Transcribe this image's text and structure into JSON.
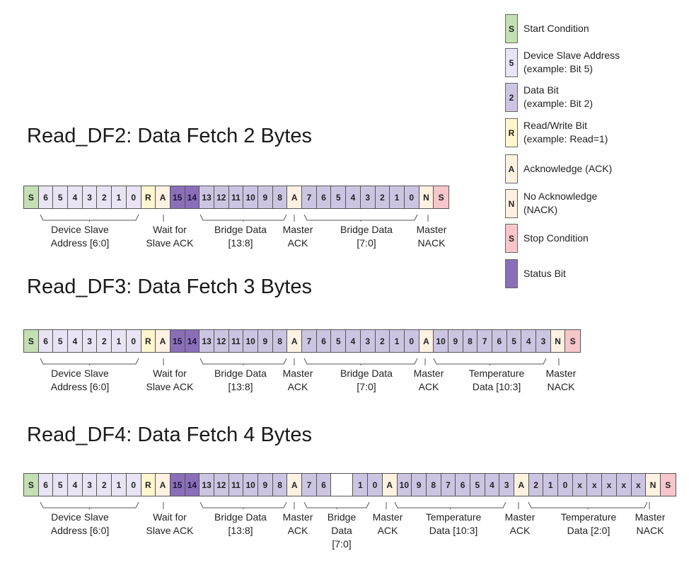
{
  "colors": {
    "start": "#c4dfb3",
    "addr": "#e8e4f4",
    "data": "#ccc5e2",
    "rw": "#fff6cf",
    "ack": "#fdf1e2",
    "nack": "#fdf1e2",
    "stop": "#f6c6ca",
    "status": "#8a6fb8",
    "x": "#ccc5e2"
  },
  "legend": [
    {
      "symbol": "S",
      "type": "start",
      "lines": [
        "Start Condition"
      ]
    },
    {
      "symbol": "5",
      "type": "addr",
      "lines": [
        "Device Slave Address",
        "(example: Bit 5)"
      ]
    },
    {
      "symbol": "2",
      "type": "data",
      "lines": [
        "Data Bit",
        "(example: Bit 2)"
      ]
    },
    {
      "symbol": "R",
      "type": "rw",
      "lines": [
        "Read/Write Bit",
        "(example: Read=1)"
      ]
    },
    {
      "symbol": "A",
      "type": "ack",
      "lines": [
        "Acknowledge (ACK)"
      ]
    },
    {
      "symbol": "N",
      "type": "nack",
      "lines": [
        "No Acknowledge",
        "(NACK)"
      ]
    },
    {
      "symbol": "S",
      "type": "stop",
      "lines": [
        "Stop Condition"
      ]
    },
    {
      "symbol": "",
      "type": "status",
      "lines": [
        "Status Bit"
      ]
    }
  ],
  "diagrams": [
    {
      "title": "Read_DF2: Data Fetch 2 Bytes",
      "cells": [
        [
          "S",
          "start"
        ],
        [
          "6",
          "addr"
        ],
        [
          "5",
          "addr"
        ],
        [
          "4",
          "addr"
        ],
        [
          "3",
          "addr"
        ],
        [
          "2",
          "addr"
        ],
        [
          "1",
          "addr"
        ],
        [
          "0",
          "addr"
        ],
        [
          "R",
          "rw"
        ],
        [
          "A",
          "ack"
        ],
        [
          "15",
          "status"
        ],
        [
          "14",
          "status"
        ],
        [
          "13",
          "data"
        ],
        [
          "12",
          "data"
        ],
        [
          "11",
          "data"
        ],
        [
          "10",
          "data"
        ],
        [
          "9",
          "data"
        ],
        [
          "8",
          "data"
        ],
        [
          "A",
          "ack"
        ],
        [
          "7",
          "data"
        ],
        [
          "6",
          "data"
        ],
        [
          "5",
          "data"
        ],
        [
          "4",
          "data"
        ],
        [
          "3",
          "data"
        ],
        [
          "2",
          "data"
        ],
        [
          "1",
          "data"
        ],
        [
          "0",
          "data"
        ],
        [
          "N",
          "nack"
        ],
        [
          "S",
          "stop"
        ]
      ],
      "labels": [
        {
          "lines": [
            "Device Slave",
            "Address [6:0]"
          ]
        },
        {
          "lines": [
            "Wait for",
            "Slave ACK"
          ]
        },
        {
          "lines": [
            "Bridge Data",
            "[13:8]"
          ]
        },
        {
          "lines": [
            "Master",
            "ACK"
          ]
        },
        {
          "lines": [
            "Bridge Data",
            "[7:0]"
          ]
        },
        {
          "lines": [
            "Master",
            "NACK"
          ]
        }
      ]
    },
    {
      "title": "Read_DF3: Data Fetch 3 Bytes",
      "cells": [
        [
          "S",
          "start"
        ],
        [
          "6",
          "addr"
        ],
        [
          "5",
          "addr"
        ],
        [
          "4",
          "addr"
        ],
        [
          "3",
          "addr"
        ],
        [
          "2",
          "addr"
        ],
        [
          "1",
          "addr"
        ],
        [
          "0",
          "addr"
        ],
        [
          "R",
          "rw"
        ],
        [
          "A",
          "ack"
        ],
        [
          "15",
          "status"
        ],
        [
          "14",
          "status"
        ],
        [
          "13",
          "data"
        ],
        [
          "12",
          "data"
        ],
        [
          "11",
          "data"
        ],
        [
          "10",
          "data"
        ],
        [
          "9",
          "data"
        ],
        [
          "8",
          "data"
        ],
        [
          "A",
          "ack"
        ],
        [
          "7",
          "data"
        ],
        [
          "6",
          "data"
        ],
        [
          "5",
          "data"
        ],
        [
          "4",
          "data"
        ],
        [
          "3",
          "data"
        ],
        [
          "2",
          "data"
        ],
        [
          "1",
          "data"
        ],
        [
          "0",
          "data"
        ],
        [
          "A",
          "ack"
        ],
        [
          "10",
          "data"
        ],
        [
          "9",
          "data"
        ],
        [
          "8",
          "data"
        ],
        [
          "7",
          "data"
        ],
        [
          "6",
          "data"
        ],
        [
          "5",
          "data"
        ],
        [
          "4",
          "data"
        ],
        [
          "3",
          "data"
        ],
        [
          "N",
          "nack"
        ],
        [
          "S",
          "stop"
        ]
      ],
      "labels": [
        {
          "lines": [
            "Device Slave",
            "Address [6:0]"
          ]
        },
        {
          "lines": [
            "Wait for",
            "Slave ACK"
          ]
        },
        {
          "lines": [
            "Bridge Data",
            "[13:8]"
          ]
        },
        {
          "lines": [
            "Master",
            "ACK"
          ]
        },
        {
          "lines": [
            "Bridge Data",
            "[7:0]"
          ]
        },
        {
          "lines": [
            "Master",
            "ACK"
          ]
        },
        {
          "lines": [
            "Temperature",
            "Data [10:3]"
          ]
        },
        {
          "lines": [
            "Master",
            "NACK"
          ]
        }
      ]
    },
    {
      "title": "Read_DF4: Data Fetch 4 Bytes",
      "cells": [
        [
          "S",
          "start"
        ],
        [
          "6",
          "addr"
        ],
        [
          "5",
          "addr"
        ],
        [
          "4",
          "addr"
        ],
        [
          "3",
          "addr"
        ],
        [
          "2",
          "addr"
        ],
        [
          "1",
          "addr"
        ],
        [
          "0",
          "addr"
        ],
        [
          "R",
          "rw"
        ],
        [
          "A",
          "ack"
        ],
        [
          "15",
          "status"
        ],
        [
          "14",
          "status"
        ],
        [
          "13",
          "data"
        ],
        [
          "12",
          "data"
        ],
        [
          "11",
          "data"
        ],
        [
          "10",
          "data"
        ],
        [
          "9",
          "data"
        ],
        [
          "8",
          "data"
        ],
        [
          "A",
          "ack"
        ],
        [
          "7",
          "data"
        ],
        [
          "6",
          "data"
        ],
        [
          "",
          "gap"
        ],
        [
          "1",
          "data"
        ],
        [
          "0",
          "data"
        ],
        [
          "A",
          "ack"
        ],
        [
          "10",
          "data"
        ],
        [
          "9",
          "data"
        ],
        [
          "8",
          "data"
        ],
        [
          "7",
          "data"
        ],
        [
          "6",
          "data"
        ],
        [
          "5",
          "data"
        ],
        [
          "4",
          "data"
        ],
        [
          "3",
          "data"
        ],
        [
          "A",
          "ack"
        ],
        [
          "2",
          "data"
        ],
        [
          "1",
          "data"
        ],
        [
          "0",
          "data"
        ],
        [
          "x",
          "x"
        ],
        [
          "x",
          "x"
        ],
        [
          "x",
          "x"
        ],
        [
          "x",
          "x"
        ],
        [
          "x",
          "x"
        ],
        [
          "N",
          "nack"
        ],
        [
          "S",
          "stop"
        ]
      ],
      "labels": [
        {
          "lines": [
            "Device Slave",
            "Address [6:0]"
          ]
        },
        {
          "lines": [
            "Wait for",
            "Slave ACK"
          ]
        },
        {
          "lines": [
            "Bridge Data",
            "[13:8]"
          ]
        },
        {
          "lines": [
            "Master",
            "ACK"
          ]
        },
        {
          "lines": [
            "Bridge",
            "Data",
            "[7:0]"
          ]
        },
        {
          "lines": [
            "Master",
            "ACK"
          ]
        },
        {
          "lines": [
            "Temperature",
            "Data [10:3]"
          ]
        },
        {
          "lines": [
            "Master",
            "ACK"
          ]
        },
        {
          "lines": [
            "Temperature",
            "Data [2:0]"
          ]
        },
        {
          "lines": [
            "Master",
            "NACK"
          ]
        }
      ]
    }
  ]
}
